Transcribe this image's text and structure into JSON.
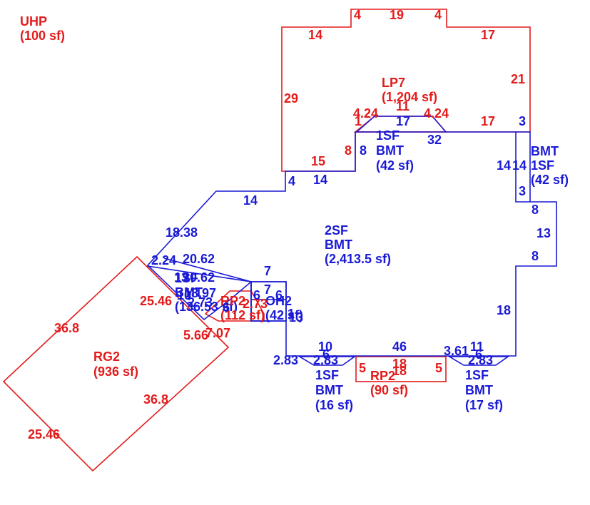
{
  "colors": {
    "red": "#e31b1b",
    "blue": "#1a1ad6",
    "background": "#ffffff"
  },
  "areas": {
    "uhp": {
      "name": "UHP",
      "area": "(100 sf)"
    },
    "lp7": {
      "name": "LP7",
      "area": "(1,204 sf)"
    },
    "bmt_1sf_top": {
      "line1": "1SF",
      "line2": "BMT",
      "area": "(42 sf)"
    },
    "bmt_1sf_right": {
      "line1": "BMT",
      "line2": "1SF",
      "area": "(42 sf)"
    },
    "bmt_2sf": {
      "line1": "2SF",
      "line2": "BMT",
      "area": "(2,413.5 sf)"
    },
    "bmt_1sf_left": {
      "line1": "1SF",
      "line2": "BMT",
      "area": "(136.53 sf)"
    },
    "rp2_left": {
      "name": "RP2",
      "area": "(112 sf)"
    },
    "oh2": {
      "name": "OH2",
      "area": "(42 sf)"
    },
    "rg2": {
      "name": "RG2",
      "area": "(936 sf)"
    },
    "bmt_1sf_bottom_left": {
      "line1": "1SF",
      "line2": "BMT",
      "area": "(16 sf)"
    },
    "rp2_bottom": {
      "name": "RP2",
      "area": "(90 sf)"
    },
    "bmt_1sf_bottom_right": {
      "line1": "1SF",
      "line2": "BMT",
      "area": "(17 sf)"
    }
  },
  "dims": {
    "lp7_top_a": "4",
    "lp7_top_b": "19",
    "lp7_top_c": "4",
    "lp7_left_top": "14",
    "lp7_right_top": "17",
    "lp7_right": "21",
    "lp7_left": "29",
    "lp7_bottom_left": "15",
    "lp7_step": "8",
    "lp7_bump_a": "4.24",
    "lp7_bump_b": "11",
    "lp7_bump_c": "4.24",
    "lp7_bump_d": "1",
    "lp7_bottom_right": "17",
    "top_bmt_8": "8",
    "top_bmt_17": "17",
    "top_bmt_32": "32",
    "right_bmt_3a": "3",
    "right_bmt_14a": "14",
    "right_bmt_14b": "14",
    "right_bmt_3b": "3",
    "main_4": "4",
    "main_14a": "14",
    "main_14b": "14",
    "main_18_38": "18.38",
    "main_8a": "8",
    "main_13": "13",
    "main_8b": "8",
    "main_18": "18",
    "main_46": "46",
    "main_10": "10",
    "main_11": "11",
    "main_3_61": "3.61",
    "main_2_83a": "2.83",
    "main_2_83b": "2.83",
    "main_2_83c": "2.83",
    "main_6a": "6",
    "main_6b": "6",
    "left_2_24": "2.24",
    "left_20_62a": "20.62",
    "left_20_62b": "20.62",
    "left_13": "13",
    "left_10": "10",
    "left_18_97": "18.97",
    "left_2_73a": "2.73",
    "left_2_73b": "2.73",
    "left_7a": "7",
    "left_7b": "7",
    "left_6a": "6",
    "left_6b": "6",
    "left_6c": "6",
    "left_13b": "13",
    "left_1": "1",
    "rg2_25_46a": "25.46",
    "rg2_36_8a": "36.8",
    "rg2_36_8b": "36.8",
    "rg2_25_46b": "25.46",
    "rg2_5_66": "5.66",
    "rg2_7_07": "7.07",
    "rp2_5a": "5",
    "rp2_18a": "18",
    "rp2_5b": "5",
    "rp2_18b": "18"
  }
}
